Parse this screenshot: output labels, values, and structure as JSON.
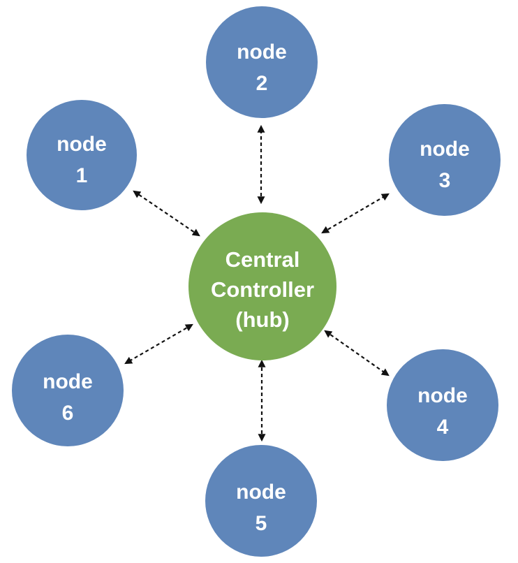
{
  "colors": {
    "node_fill": "#5f86ba",
    "hub_fill": "#7aab52",
    "node_text": "#ffffff",
    "link_stroke": "#111111"
  },
  "hub": {
    "lines": [
      "Central",
      "Controller",
      "(hub)"
    ]
  },
  "nodes": [
    {
      "id": "node-1",
      "lines": [
        "node",
        "1"
      ]
    },
    {
      "id": "node-2",
      "lines": [
        "node",
        "2"
      ]
    },
    {
      "id": "node-3",
      "lines": [
        "node",
        "3"
      ]
    },
    {
      "id": "node-4",
      "lines": [
        "node",
        "4"
      ]
    },
    {
      "id": "node-5",
      "lines": [
        "node",
        "5"
      ]
    },
    {
      "id": "node-6",
      "lines": [
        "node",
        "6"
      ]
    }
  ],
  "links": [
    {
      "from": "hub",
      "to": "node-1",
      "style": "dashed",
      "arrows": "both"
    },
    {
      "from": "hub",
      "to": "node-2",
      "style": "dashed",
      "arrows": "both"
    },
    {
      "from": "hub",
      "to": "node-3",
      "style": "dashed",
      "arrows": "both"
    },
    {
      "from": "hub",
      "to": "node-4",
      "style": "dashed",
      "arrows": "both"
    },
    {
      "from": "hub",
      "to": "node-5",
      "style": "dashed",
      "arrows": "both"
    },
    {
      "from": "hub",
      "to": "node-6",
      "style": "dashed",
      "arrows": "both"
    }
  ]
}
